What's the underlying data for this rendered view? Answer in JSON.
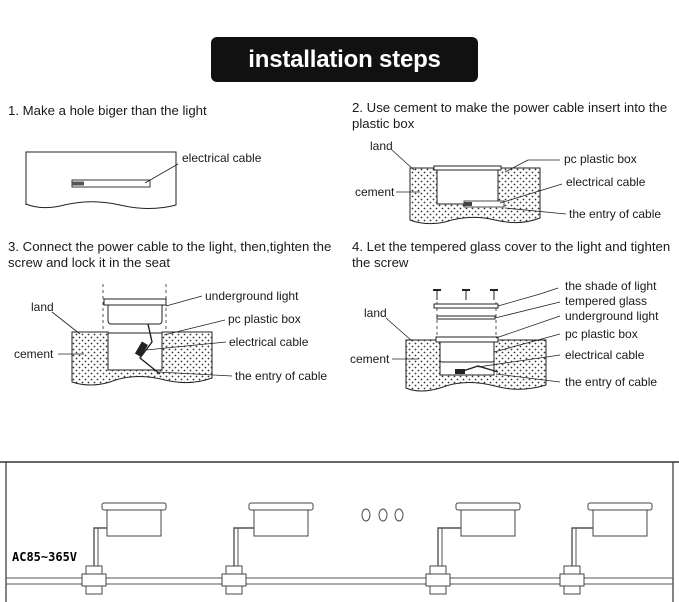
{
  "header": {
    "title": "installation steps"
  },
  "steps": [
    {
      "number": "1.",
      "text": "Make a hole biger than the light",
      "labels": {
        "cable": "electrical cable"
      }
    },
    {
      "number": "2.",
      "text": "Use cement to make the power cable insert into the plastic box",
      "labels": {
        "land": "land",
        "cement": "cement",
        "box": "pc plastic box",
        "cable": "electrical cable",
        "entry": "the entry of cable"
      }
    },
    {
      "number": "3.",
      "text": "Connect the power cable to the light, then,tighten the screw and lock it in the seat",
      "labels": {
        "land": "land",
        "cement": "cement",
        "light": "underground  light",
        "box": "pc plastic box",
        "cable": "electrical cable",
        "entry": "the entry of cable"
      }
    },
    {
      "number": "4.",
      "text": "Let the tempered glass cover to the light and tighten the screw",
      "labels": {
        "land": "land",
        "cement": "cement",
        "shade": "the shade of light",
        "glass": "tempered glass",
        "light": "underground  light",
        "box": "pc plastic box",
        "cable": "electrical cable",
        "entry": "the entry of cable"
      }
    }
  ],
  "wiring": {
    "voltage": "AC85~365V"
  }
}
